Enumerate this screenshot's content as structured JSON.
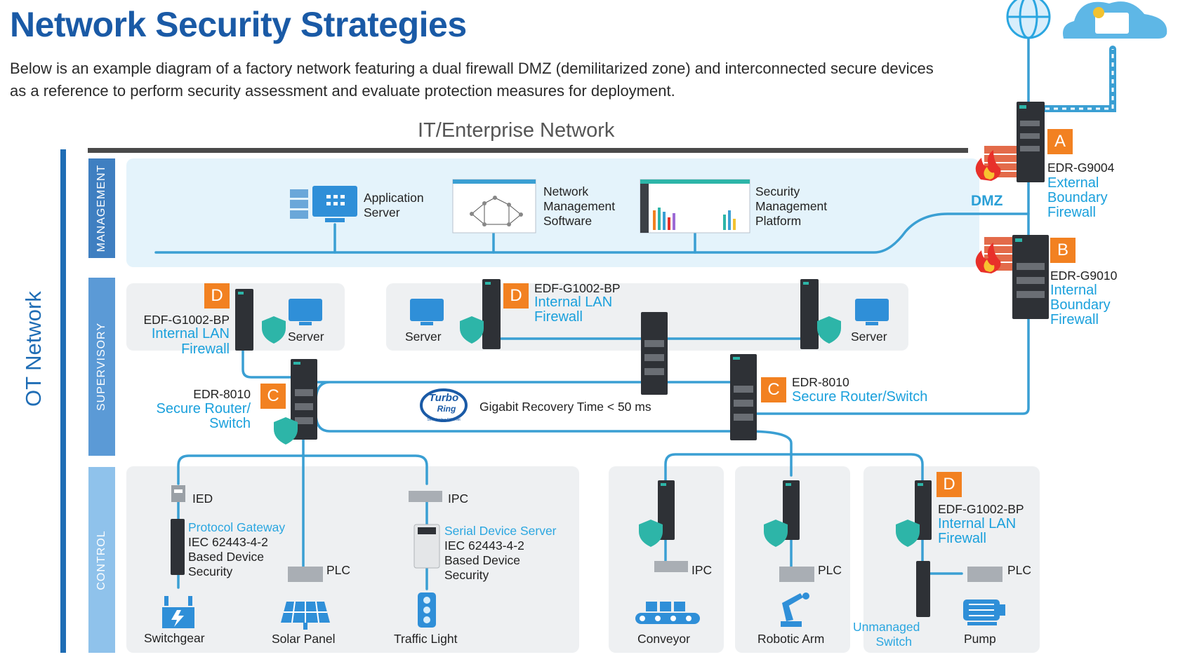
{
  "title": "Network Security Strategies",
  "intro": "Below is an example diagram of a factory network featuring a dual firewall DMZ (demilitarized zone) and interconnected secure devices as a reference to perform security assessment and evaluate protection measures for deployment.",
  "it_network": "IT/Enterprise Network",
  "ot_network": "OT Network",
  "layers": {
    "management": "MANAGEMENT",
    "supervisory": "SUPERVISORY",
    "control": "CONTROL"
  },
  "dmz": "DMZ",
  "management": {
    "app_server": [
      "Application",
      "Server"
    ],
    "nms": [
      "Network",
      "Management",
      "Software"
    ],
    "smp": [
      "Security",
      "Management",
      "Platform"
    ]
  },
  "firewall_a": {
    "badge": "A",
    "model": "EDR-G9004",
    "role": [
      "External",
      "Boundary",
      "Firewall"
    ]
  },
  "firewall_b": {
    "badge": "B",
    "model": "EDR-G9010",
    "role": [
      "Internal",
      "Boundary",
      "Firewall"
    ]
  },
  "supervisory": {
    "left_fw": {
      "badge": "D",
      "model": "EDF-G1002-BP",
      "role": [
        "Internal LAN",
        "Firewall"
      ]
    },
    "mid_fw": {
      "badge": "D",
      "model": "EDF-G1002-BP",
      "role": [
        "Internal LAN",
        "Firewall"
      ]
    },
    "server": "Server",
    "left_router": {
      "badge": "C",
      "model": "EDR-8010",
      "role": [
        "Secure Router/",
        "Switch"
      ]
    },
    "right_router": {
      "badge": "C",
      "model": "EDR-8010",
      "role": "Secure Router/Switch"
    },
    "turbo_ring": [
      "Turbo",
      "Ring",
      "Self-Healing Ethernet"
    ],
    "recovery": "Gigabit Recovery Time < 50 ms"
  },
  "control": {
    "ied": "IED",
    "gateway": [
      "Protocol Gateway",
      "IEC 62443-4-2",
      "Based Device",
      "Security"
    ],
    "plc": "PLC",
    "ipc": "IPC",
    "serial": [
      "Serial Device Server",
      "IEC 62443-4-2",
      "Based Device",
      "Security"
    ],
    "switchgear": "Switchgear",
    "solar": "Solar Panel",
    "traffic": "Traffic Light",
    "conveyor": "Conveyor",
    "robot": "Robotic Arm",
    "right_fw": {
      "badge": "D",
      "model": "EDF-G1002-BP",
      "role": [
        "Internal LAN",
        "Firewall"
      ]
    },
    "unmanaged": [
      "Unmanaged",
      "Switch"
    ],
    "pump": "Pump"
  },
  "colors": {
    "title": "#1a5aa6",
    "accent": "#1aa0dc",
    "line": "#3a9fd3",
    "badge": "#f28121",
    "shield": "#2db5a8",
    "device": "#2e3136"
  },
  "icons": [
    "globe-icon",
    "cloud-icon",
    "firewall-icon",
    "shield-icon",
    "monitor-icon",
    "server-rack-icon",
    "plc-icon",
    "ipc-icon",
    "switchgear-icon",
    "solar-panel-icon",
    "traffic-light-icon",
    "conveyor-icon",
    "robotic-arm-icon",
    "pump-icon",
    "turbo-ring-logo"
  ]
}
